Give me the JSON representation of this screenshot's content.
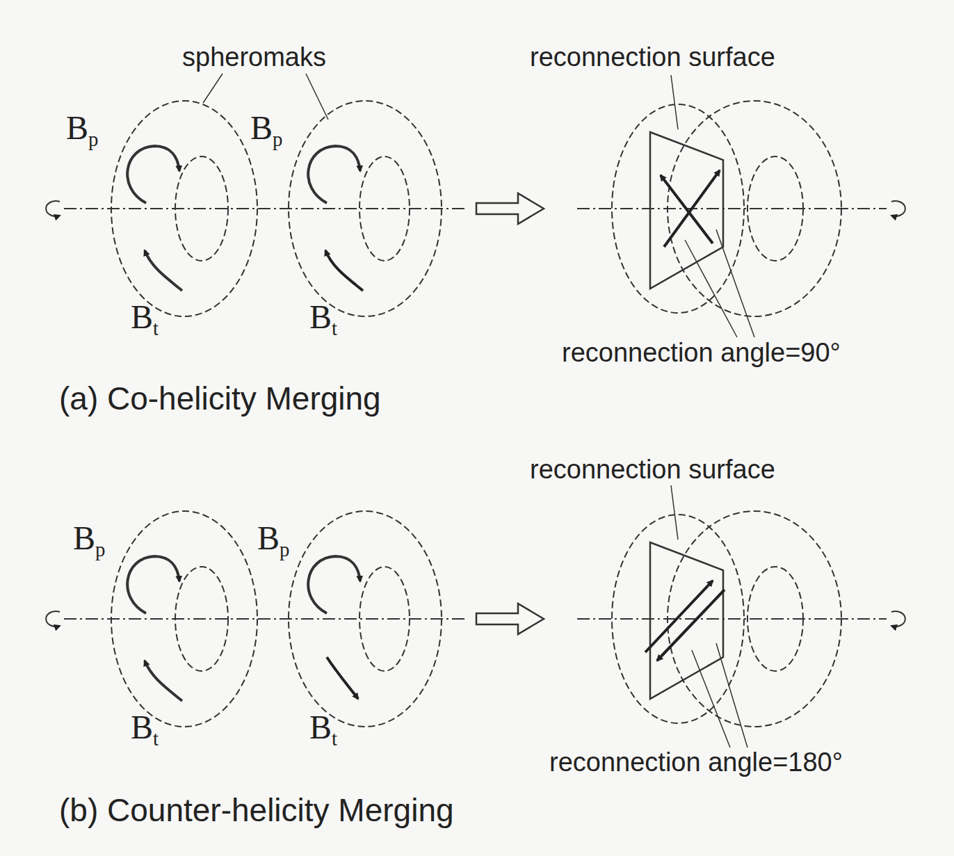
{
  "diagram": {
    "labels": [
      "spheromaks",
      "reconnection surface",
      "Bp",
      "Bp",
      "Bt",
      "Bt",
      "reconnection angle=90°",
      "(a) Co-helicity Merging",
      "reconnection surface",
      "Bp",
      "Bp",
      "Bt",
      "Bt",
      "reconnection angle=180°",
      "(b) Counter-helicity Merging"
    ]
  }
}
